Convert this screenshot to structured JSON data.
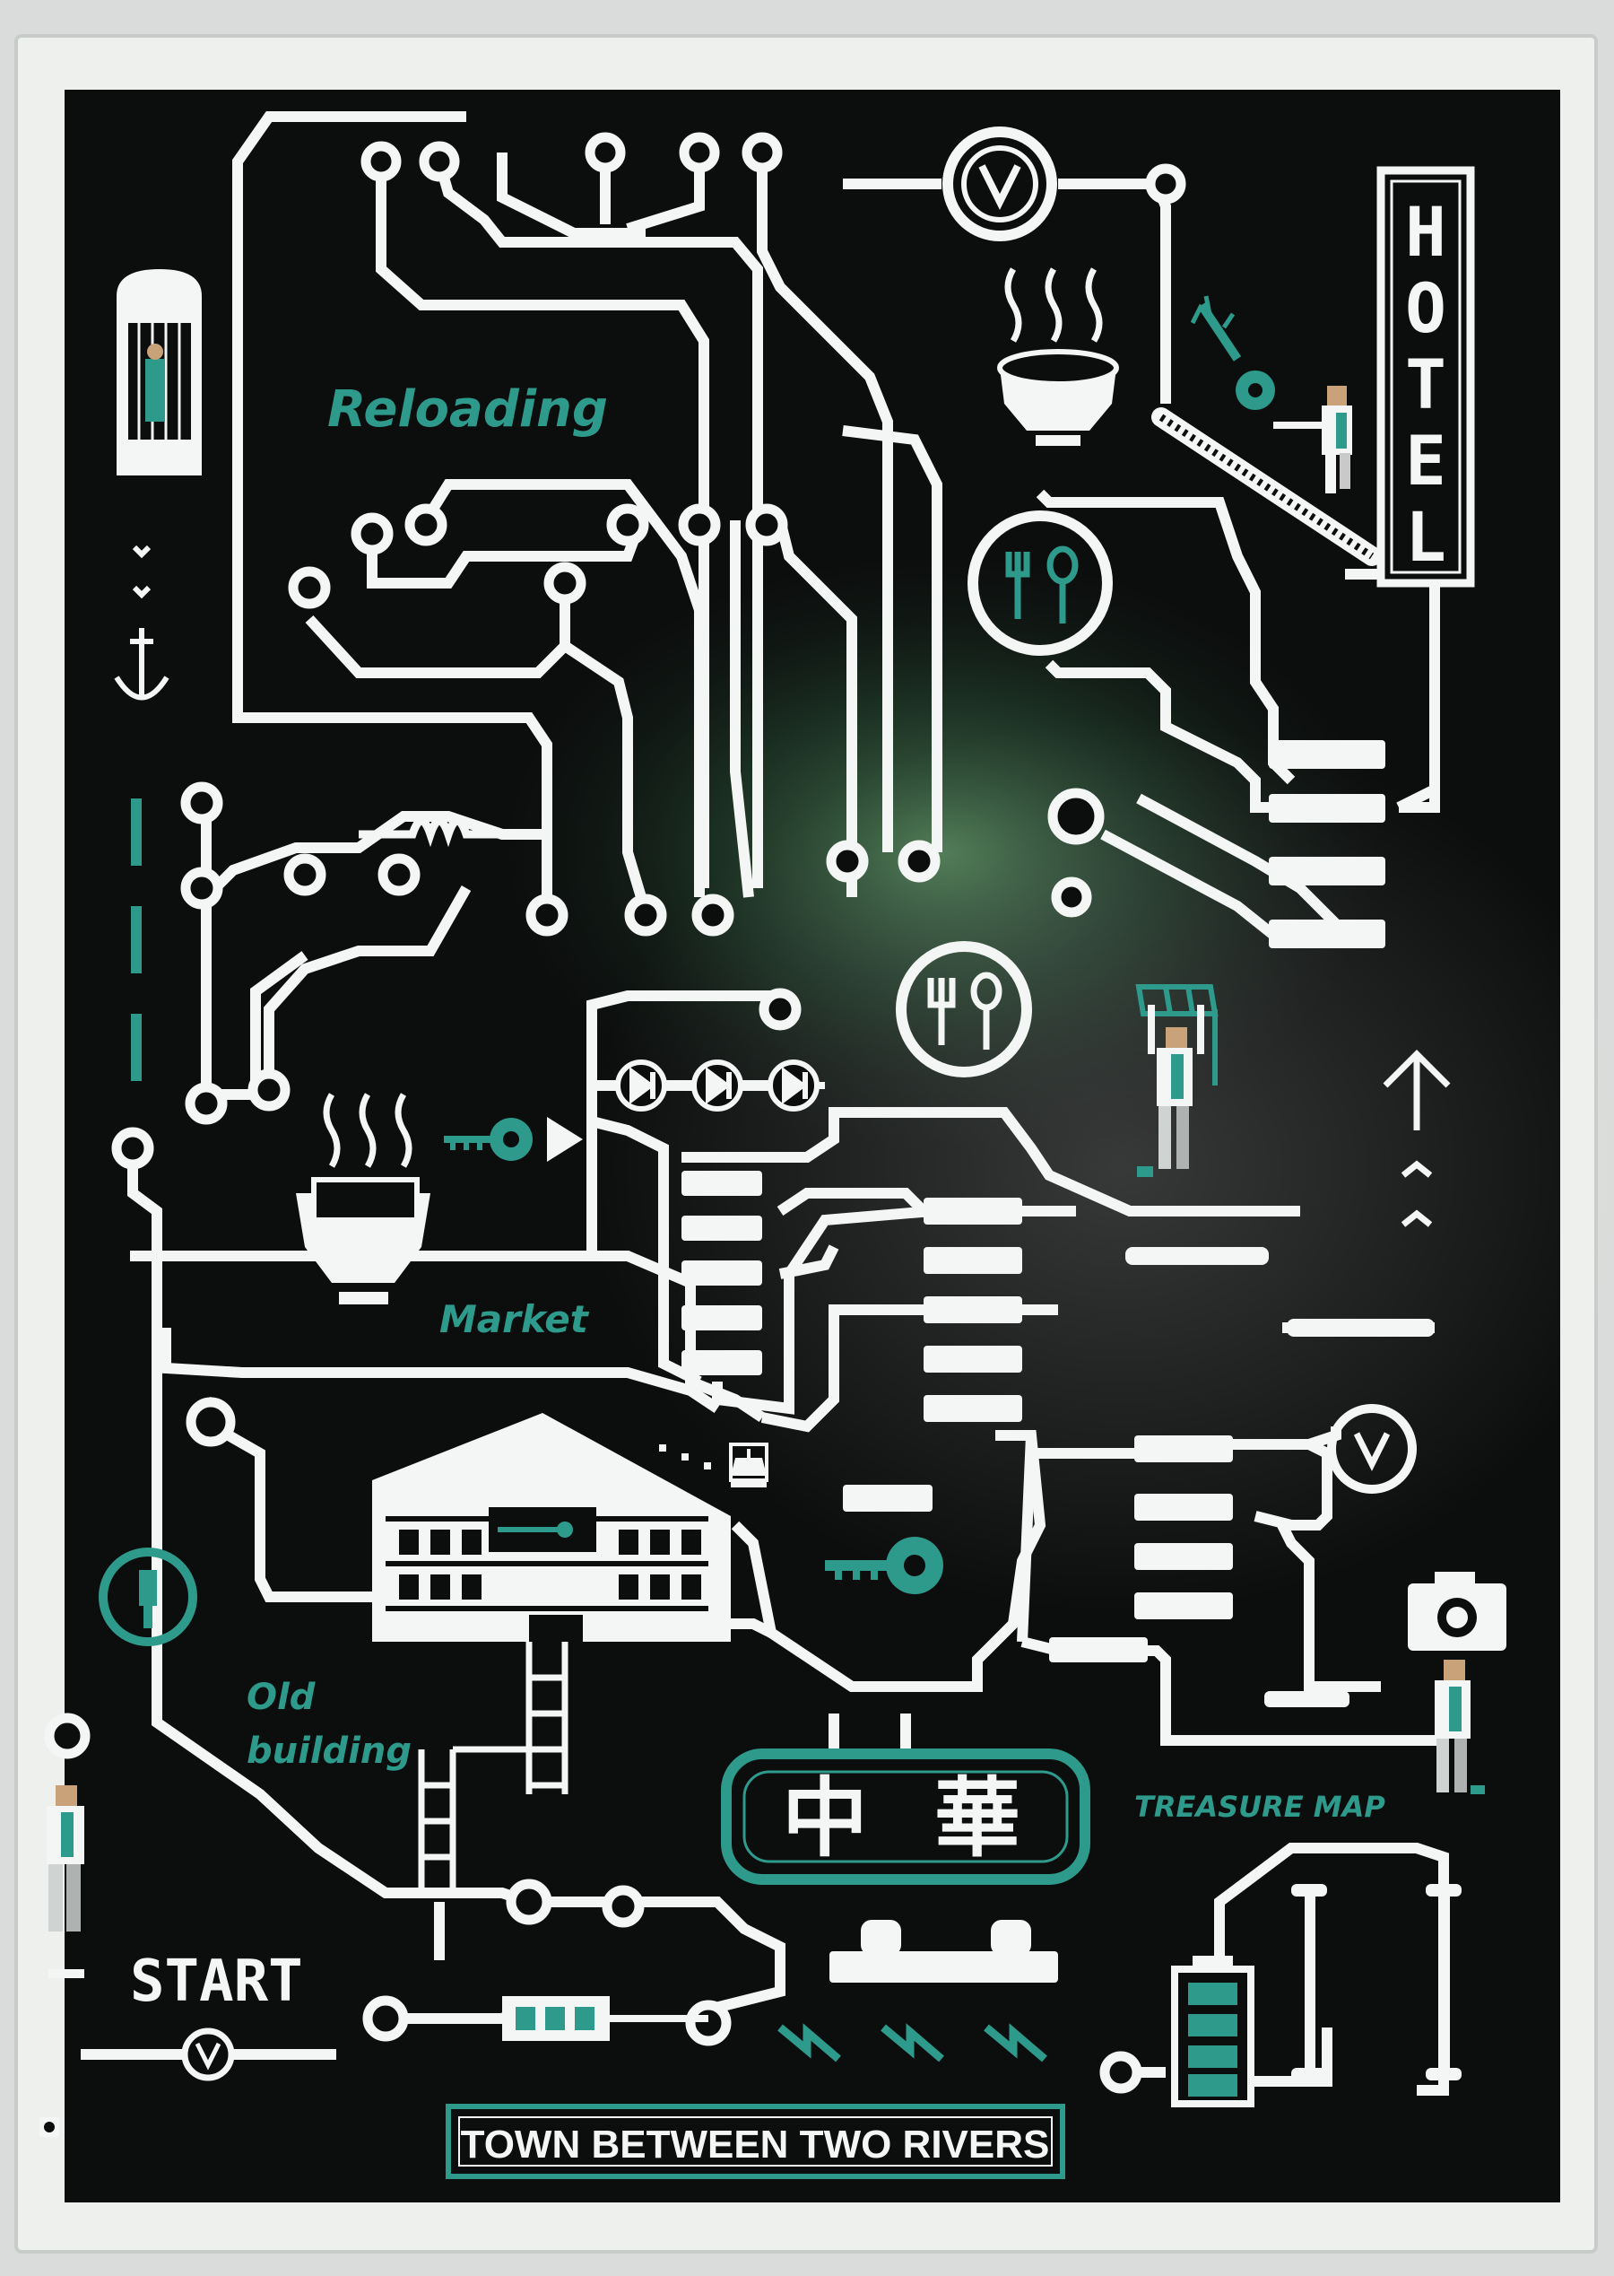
{
  "poster": {
    "title": "TOWN BETWEEN TWO RIVERS",
    "labels": {
      "reloading": "Reloading",
      "market": "Market",
      "old_building_line1": "Old",
      "old_building_line2": "building",
      "treasure_map": "TREASURE MAP",
      "start": "START",
      "chinese_1": "中",
      "chinese_2": "華"
    },
    "hotel_letters": [
      "H",
      "O",
      "T",
      "E",
      "L"
    ]
  },
  "colors": {
    "board": "#0c0d0d",
    "trace": "#f4f6f5",
    "accent": "#2e9a8c",
    "frame": "#e9ecea",
    "wall": "#d9dcda",
    "gloss": "#4fae6a"
  },
  "icons": [
    "valve-icon",
    "hotel-sign-icon",
    "steaming-bowl-icon",
    "key-icon",
    "fork-spoon-icon",
    "elevator-icon",
    "anchor-icon",
    "arrow-up-icon",
    "resistor-icon",
    "person-icon",
    "net-icon",
    "camera-icon",
    "battery-icon",
    "capacitor-icon",
    "lightning-icon",
    "ladder-icon",
    "building-icon",
    "pin-icon",
    "diode-icon"
  ]
}
